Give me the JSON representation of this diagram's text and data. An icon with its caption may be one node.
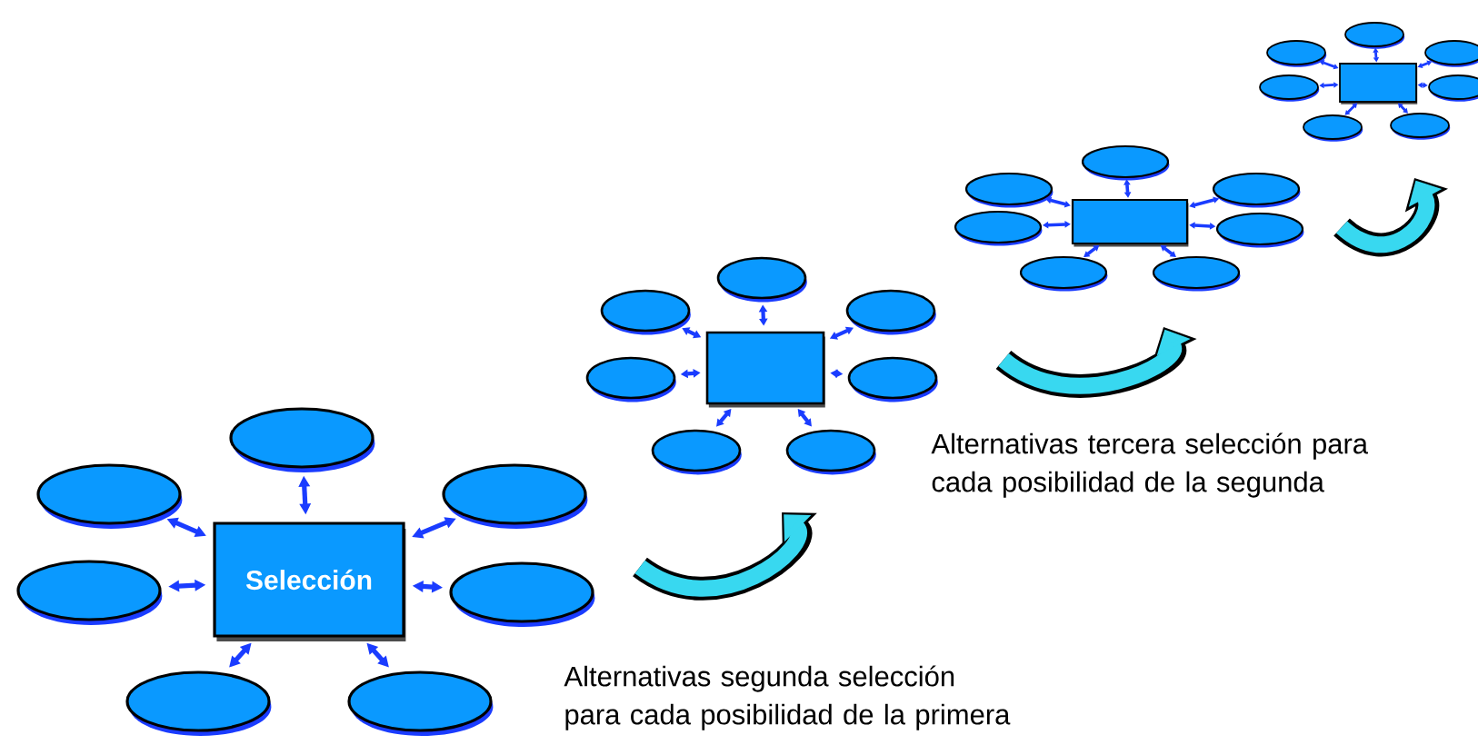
{
  "diagram": {
    "nodes": [
      {
        "text": [
          "Selección"
        ]
      },
      {
        "text": [],
        "shape": "ellipse"
      },
      {
        "text": [],
        "shape": "ellipse"
      },
      {
        "text": [],
        "shape": "ellipse"
      },
      {
        "text": [],
        "shape": "ellipse"
      },
      {
        "text": [],
        "shape": "ellipse"
      },
      {
        "text": [],
        "shape": "ellipse"
      },
      {
        "text": [],
        "shape": "ellipse"
      },
      {
        "text": [],
        "shape": "box"
      },
      {
        "text": [],
        "shape": "ellipse"
      },
      {
        "text": [],
        "shape": "ellipse"
      },
      {
        "text": [],
        "shape": "ellipse"
      },
      {
        "text": [],
        "shape": "ellipse"
      },
      {
        "text": [],
        "shape": "ellipse"
      },
      {
        "text": [],
        "shape": "ellipse"
      },
      {
        "text": [],
        "shape": "ellipse"
      },
      {
        "text": [],
        "shape": "box"
      },
      {
        "text": [],
        "shape": "ellipse"
      },
      {
        "text": [],
        "shape": "ellipse"
      },
      {
        "text": [],
        "shape": "ellipse"
      },
      {
        "text": [],
        "shape": "ellipse"
      },
      {
        "text": [],
        "shape": "ellipse"
      },
      {
        "text": [],
        "shape": "ellipse"
      },
      {
        "text": [],
        "shape": "ellipse"
      },
      {
        "text": [],
        "shape": "box"
      },
      {
        "text": [],
        "shape": "ellipse"
      },
      {
        "text": [],
        "shape": "ellipse"
      },
      {
        "text": [],
        "shape": "ellipse"
      },
      {
        "text": [],
        "shape": "ellipse"
      },
      {
        "text": [],
        "shape": "ellipse"
      },
      {
        "text": [],
        "shape": "ellipse"
      },
      {
        "text": [],
        "shape": "ellipse"
      }
    ],
    "edges": [
      {
        "from": 0,
        "to": 1,
        "arrow": "both"
      },
      {
        "from": 0,
        "to": 2,
        "arrow": "both"
      },
      {
        "from": 0,
        "to": 3,
        "arrow": "both"
      },
      {
        "from": 0,
        "to": 4,
        "arrow": "both"
      },
      {
        "from": 0,
        "to": 5,
        "arrow": "both"
      },
      {
        "from": 0,
        "to": 6,
        "arrow": "both"
      },
      {
        "from": 0,
        "to": 7,
        "arrow": "both"
      },
      {
        "from": 8,
        "to": 9,
        "arrow": "both"
      },
      {
        "from": 8,
        "to": 10,
        "arrow": "both"
      },
      {
        "from": 8,
        "to": 11,
        "arrow": "both"
      },
      {
        "from": 8,
        "to": 12,
        "arrow": "both"
      },
      {
        "from": 8,
        "to": 13,
        "arrow": "both"
      },
      {
        "from": 8,
        "to": 14,
        "arrow": "both"
      },
      {
        "from": 8,
        "to": 15,
        "arrow": "both"
      },
      {
        "from": 16,
        "to": 17,
        "arrow": "both"
      },
      {
        "from": 16,
        "to": 18,
        "arrow": "both"
      },
      {
        "from": 16,
        "to": 19,
        "arrow": "both"
      },
      {
        "from": 16,
        "to": 20,
        "arrow": "both"
      },
      {
        "from": 16,
        "to": 21,
        "arrow": "both"
      },
      {
        "from": 16,
        "to": 22,
        "arrow": "both"
      },
      {
        "from": 16,
        "to": 23,
        "arrow": "both"
      },
      {
        "from": 24,
        "to": 25,
        "arrow": "both"
      },
      {
        "from": 24,
        "to": 26,
        "arrow": "both"
      },
      {
        "from": 24,
        "to": 27,
        "arrow": "both"
      },
      {
        "from": 24,
        "to": 28,
        "arrow": "both"
      },
      {
        "from": 24,
        "to": 29,
        "arrow": "both"
      },
      {
        "from": 24,
        "to": 30,
        "arrow": "both"
      },
      {
        "from": 24,
        "to": 31,
        "arrow": "both"
      }
    ],
    "labels": [
      "Alternativas tercera selección para cada posibilidad de la segunda",
      "Alternativas segunda selección para cada posibilidad de la primera"
    ]
  }
}
